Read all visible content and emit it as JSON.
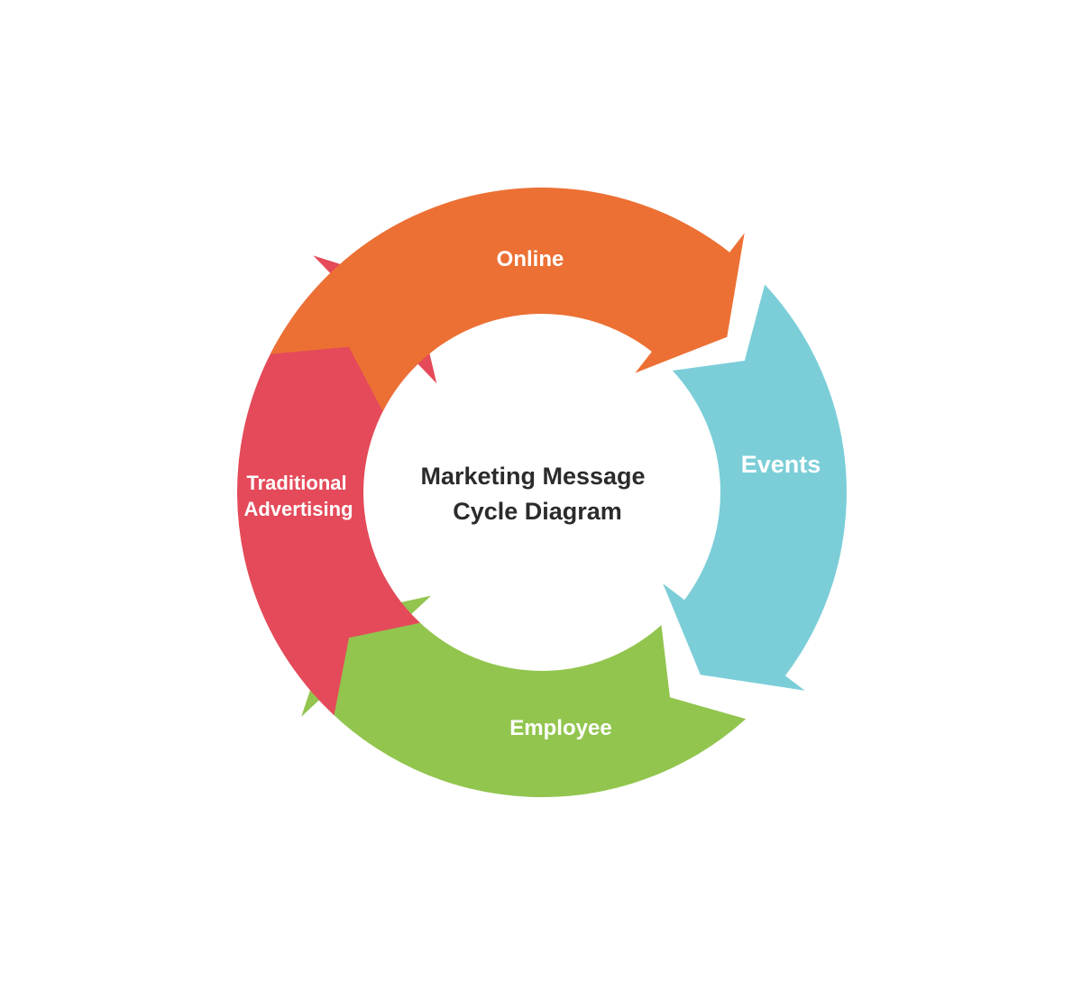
{
  "diagram": {
    "title_line1": "Marketing Message",
    "title_line2": "Cycle Diagram",
    "segments": [
      {
        "id": "online",
        "label_lines": [
          "Online"
        ],
        "color": "#EC7034"
      },
      {
        "id": "events",
        "label_lines": [
          "Events"
        ],
        "color": "#7BCED8"
      },
      {
        "id": "employee",
        "label_lines": [
          "Employee"
        ],
        "color": "#92C54E"
      },
      {
        "id": "traditional-advertising",
        "label_lines": [
          "Traditional",
          "Advertising"
        ],
        "color": "#E44A59"
      }
    ],
    "background_color": "#FFFFFF"
  }
}
